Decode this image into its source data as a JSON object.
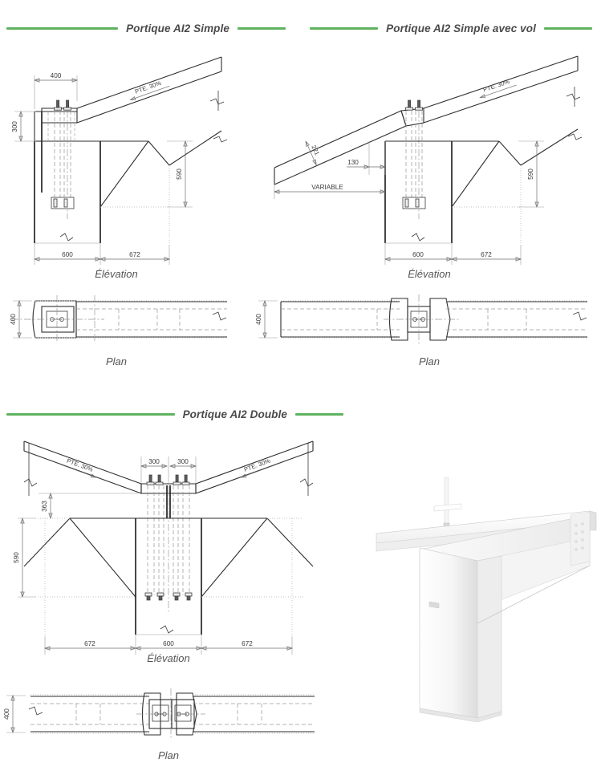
{
  "page": {
    "accent_green": "#5fb35f",
    "line_color": "#2e2e2e",
    "background": "#ffffff"
  },
  "sections": [
    {
      "id": "simple",
      "title": "Portique AI2 Simple",
      "elevation_caption": "Élévation",
      "plan_caption": "Plan",
      "labels": {
        "slope": "PTE. 30%",
        "d_top_width": "400",
        "d_plate_height": "300",
        "d_haunch_height": "590",
        "d_col_width": "600",
        "d_beam_span": "672",
        "d_plan_depth": "400"
      }
    },
    {
      "id": "simple-avec-vol",
      "title": "Portique AI2 Simple avec vol",
      "elevation_caption": "Élévation",
      "plan_caption": "Plan",
      "labels": {
        "slope": "PTE. 30%",
        "d_angle": "221",
        "d_offset": "130",
        "d_variable": "VARIABLE",
        "d_haunch_height": "590",
        "d_col_width": "600",
        "d_beam_span": "672",
        "d_plan_depth": "400"
      }
    },
    {
      "id": "double",
      "title": "Portique AI2 Double",
      "elevation_caption": "Élévation",
      "plan_caption": "Plan",
      "labels": {
        "slope_left": "PTE. 30%",
        "slope_right": "PTE. 30%",
        "d_half_left": "300",
        "d_half_right": "300",
        "d_plate_height": "363",
        "d_haunch_height": "590",
        "d_span_left": "672",
        "d_col_width": "600",
        "d_span_right": "672",
        "d_plan_depth": "400"
      }
    }
  ],
  "render": {
    "name": "portique-ai2-3d-render",
    "description": "Rendu 3D blanc d'un assemblage poteau-poutre"
  }
}
